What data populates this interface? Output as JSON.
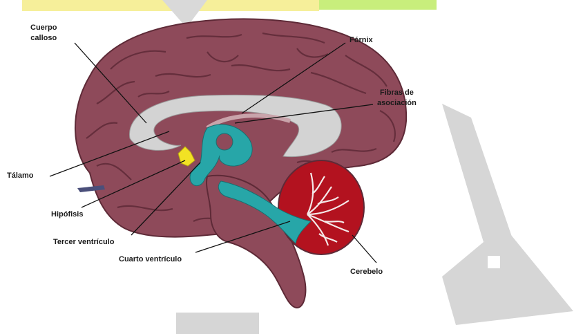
{
  "labels": {
    "cuerpo_calloso": [
      "Cuerpo",
      "calloso"
    ],
    "fornix": "Fórnix",
    "fibras": [
      "Fibras de",
      "asociación"
    ],
    "talamo": "Tálamo",
    "hipofisis": "Hipófisis",
    "tercer_ventriculo": "Tercer ventrículo",
    "cuarto_ventriculo": "Cuarto ventrículo",
    "cerebelo": "Cerebelo"
  },
  "colors": {
    "cortex": "#8e4a5a",
    "cortex_dark": "#5e2a37",
    "corpus_callosum": "#d3d3d3",
    "ventricles": "#27a6a8",
    "thalamus_gland": "#f2e224",
    "cerebellum_white": "#f4e8e8",
    "cerebellum_red": "#b3121f",
    "watermark": "#d6d6d6",
    "watermark_yellow": "#f6ef9a",
    "watermark_green": "#c8ee7c"
  }
}
